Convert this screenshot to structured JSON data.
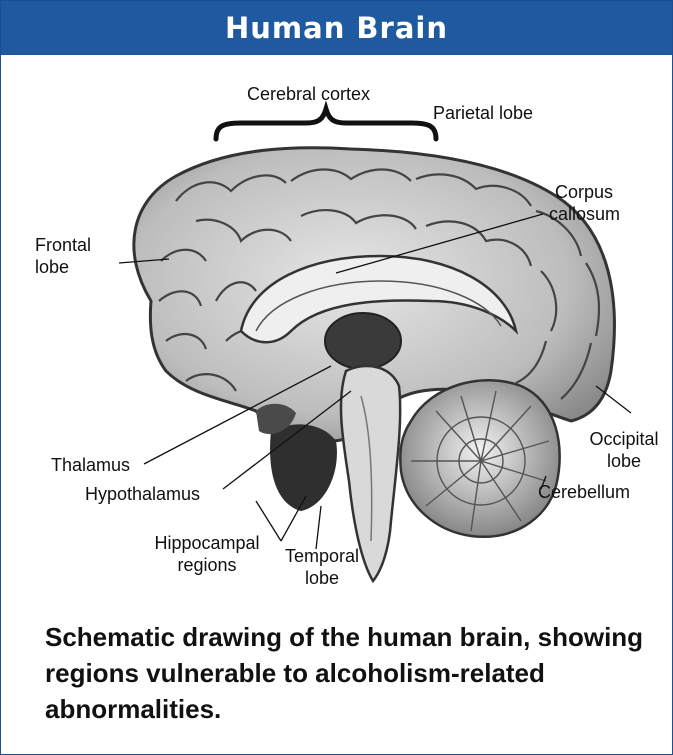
{
  "title": "Human Brain",
  "labels": {
    "cerebral_cortex": "Cerebral cortex",
    "parietal_lobe": "Parietal lobe",
    "corpus_callosum_1": "Corpus",
    "corpus_callosum_2": "callosum",
    "frontal_lobe_1": "Frontal",
    "frontal_lobe_2": "lobe",
    "thalamus": "Thalamus",
    "hypothalamus": "Hypothalamus",
    "hippocampal_1": "Hippocampal",
    "hippocampal_2": "regions",
    "temporal_1": "Temporal",
    "temporal_2": "lobe",
    "occipital_1": "Occipital",
    "occipital_2": "lobe",
    "cerebellum": "Cerebellum"
  },
  "caption": "Schematic drawing of the human brain, showing regions vulnerable to alcoholism-related abnormalities.",
  "colors": {
    "header": "#1f5aa0",
    "border": "#1c4f8f"
  }
}
